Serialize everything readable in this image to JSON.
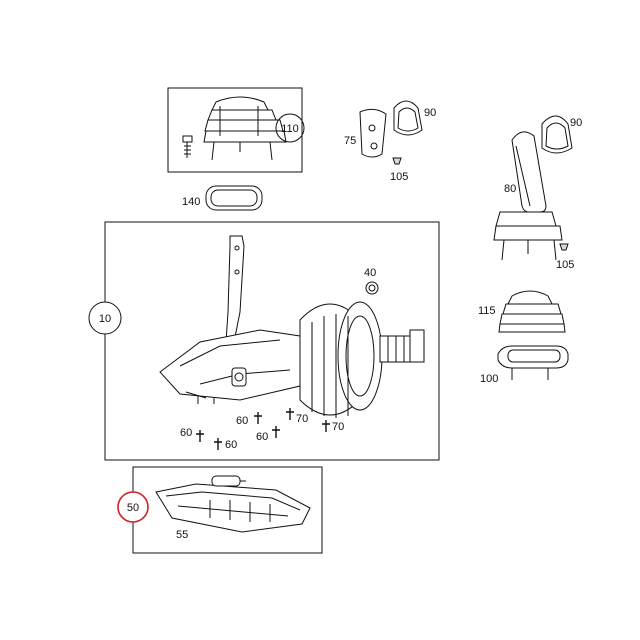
{
  "callouts": {
    "c110": "110",
    "c10": "10",
    "c50": "50"
  },
  "labels": {
    "l140": "140",
    "l75": "75",
    "l90a": "90",
    "l105a": "105",
    "l90b": "90",
    "l80": "80",
    "l105b": "105",
    "l40": "40",
    "l115": "115",
    "l100": "100",
    "l60a": "60",
    "l60b": "60",
    "l60c": "60",
    "l60d": "60",
    "l70a": "70",
    "l70b": "70",
    "l55": "55"
  },
  "colors": {
    "line": "#111111",
    "highlight": "#d0202a",
    "background": "#ffffff"
  }
}
